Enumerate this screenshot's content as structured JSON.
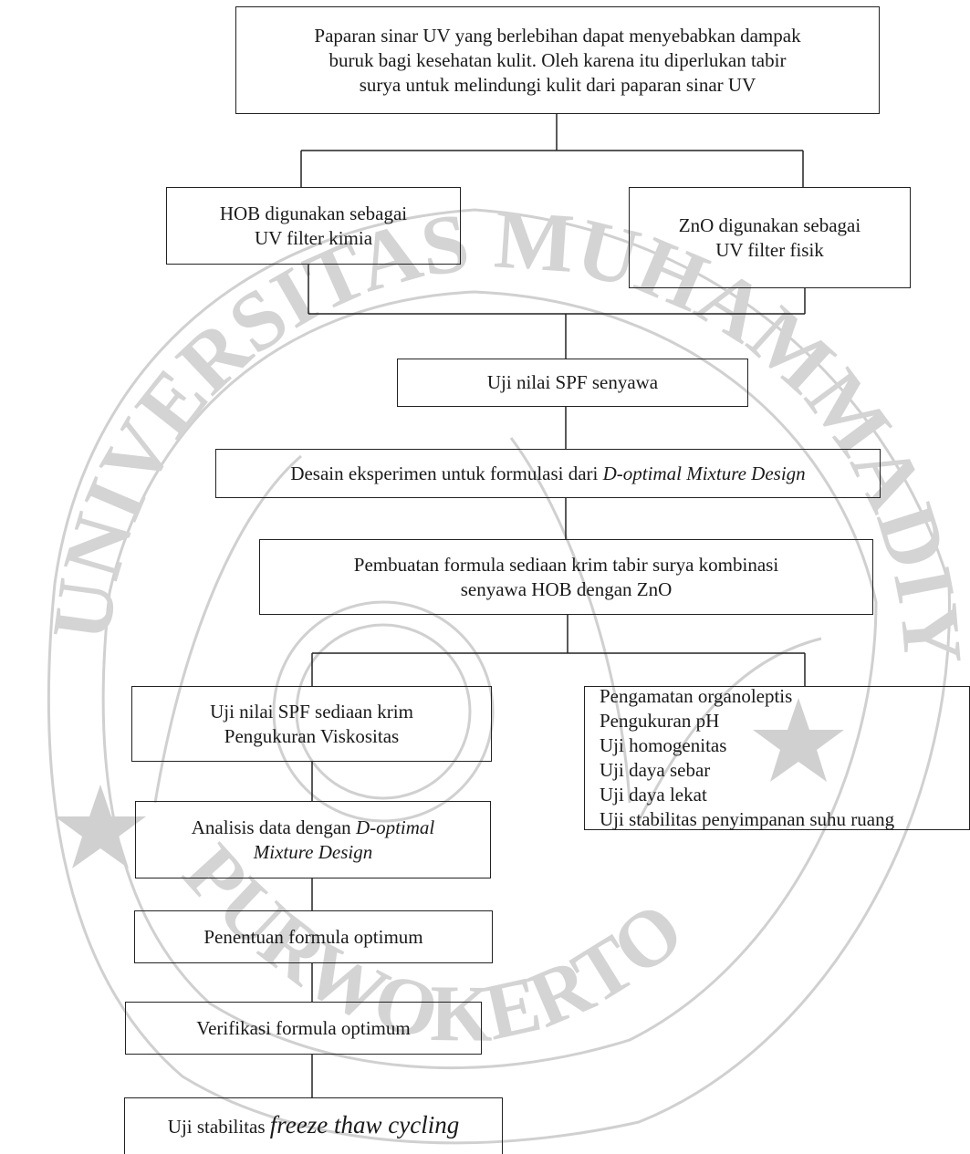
{
  "watermark": {
    "top_text": "UNIVERSITAS MUHAMMADIYAH",
    "bottom_text": "PURWOKERTO",
    "color": "#cfcfcf"
  },
  "flow": {
    "intro": {
      "line1": "Paparan sinar UV yang berlebihan dapat menyebabkan dampak",
      "line2": "buruk bagi kesehatan kulit. Oleh karena itu diperlukan tabir",
      "line3": "surya untuk melindungi kulit dari paparan sinar UV"
    },
    "hob": {
      "line1": "HOB digunakan sebagai",
      "line2": "UV filter kimia"
    },
    "zno": {
      "line1": "ZnO digunakan sebagai",
      "line2": "UV filter fisik"
    },
    "spf_compound": {
      "line1": "Uji nilai SPF senyawa"
    },
    "design": {
      "prefix": "Desain eksperimen untuk formulasi dari ",
      "italic": "D-optimal Mixture Design"
    },
    "formula": {
      "line1": "Pembuatan formula sediaan krim tabir surya kombinasi",
      "line2": "senyawa HOB dengan ZnO"
    },
    "spf_cream": {
      "line1": "Uji nilai SPF sediaan krim",
      "line2": "Pengukuran Viskositas"
    },
    "physical_tests": {
      "items": [
        "Pengamatan organoleptis",
        "Pengukuran pH",
        "Uji homogenitas",
        "Uji daya sebar",
        "Uji daya lekat",
        "Uji stabilitas penyimpanan suhu ruang"
      ]
    },
    "analysis": {
      "prefix": "Analisis data dengan ",
      "italic1": "D-optimal",
      "italic2": "Mixture Design"
    },
    "optimum": {
      "line1": "Penentuan formula optimum"
    },
    "verification": {
      "line1": "Verifikasi formula optimum"
    },
    "freeze": {
      "prefix": "Uji stabilitas ",
      "italic": "freeze thaw cycling"
    }
  }
}
